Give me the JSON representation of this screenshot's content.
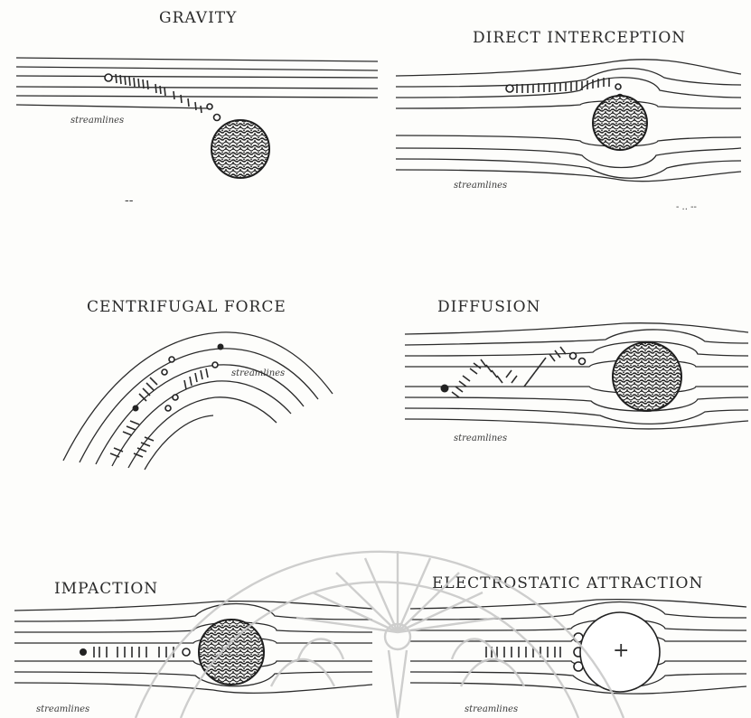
{
  "panels": {
    "gravity": {
      "title": "GRAVITY",
      "streamlines_label": "streamlines",
      "dash": "--"
    },
    "direct_interception": {
      "title": "DIRECT INTERCEPTION",
      "streamlines_label": "streamlines",
      "dashes": "- .. --"
    },
    "centrifugal_force": {
      "title": "CENTRIFUGAL FORCE",
      "streamlines_label": "streamlines"
    },
    "diffusion": {
      "title": "DIFFUSION",
      "streamlines_label": "streamlines"
    },
    "impaction": {
      "title": "IMPACTION",
      "streamlines_label": "streamlines"
    },
    "electrostatic_attraction": {
      "title": "ELECTROSTATIC ATTRACTION",
      "streamlines_label": "streamlines",
      "charge_plus": "+"
    }
  },
  "colors": {
    "ink": "#2b2b2b",
    "paper": "#fdfdfb",
    "watermark": "#c9c9c9"
  }
}
